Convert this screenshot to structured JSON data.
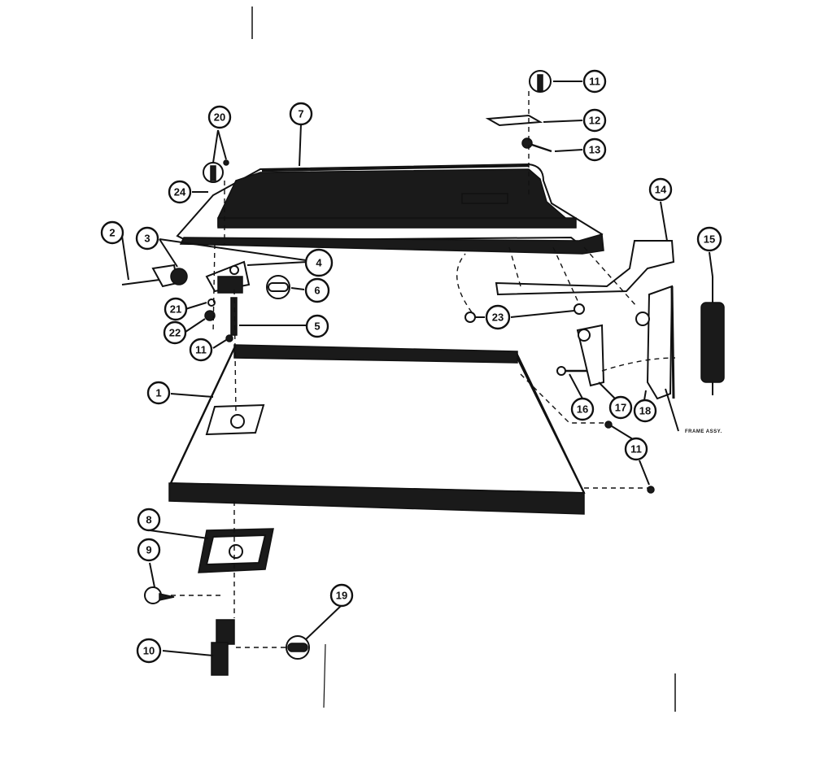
{
  "callouts": [
    "1",
    "2",
    "3",
    "4",
    "5",
    "6",
    "7",
    "8",
    "9",
    "10",
    "11",
    "12",
    "13",
    "14",
    "15",
    "16",
    "17",
    "18",
    "19",
    "20",
    "21",
    "22",
    "23",
    "24"
  ],
  "frame_label": "FRAME ASSY."
}
